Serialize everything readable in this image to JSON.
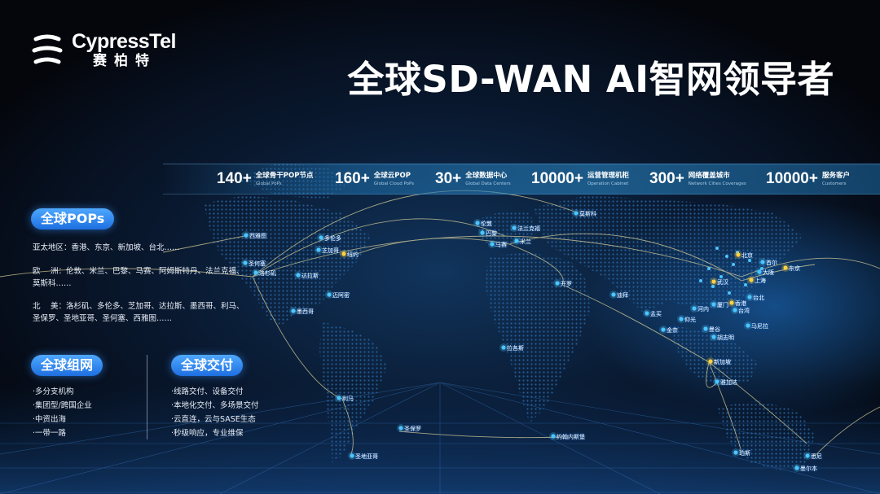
{
  "brand": {
    "name_en": "CypressTel",
    "name_cn": "赛柏特"
  },
  "title": "全球SD-WAN AI智网领导者",
  "stats": [
    {
      "value": "140+",
      "label_cn": "全球骨干POP节点",
      "label_en": "Global PoPs"
    },
    {
      "value": "160+",
      "label_cn": "全球云POP",
      "label_en": "Global Cloud PoPs"
    },
    {
      "value": "30+",
      "label_cn": "全球数据中心",
      "label_en": "Global Data Centers"
    },
    {
      "value": "10000+",
      "label_cn": "运营管理机柜",
      "label_en": "Operation Cabinet"
    },
    {
      "value": "300+",
      "label_cn": "网络覆盖城市",
      "label_en": "Network Cities Coverages"
    },
    {
      "value": "10000+",
      "label_cn": "服务客户",
      "label_en": "Customers"
    }
  ],
  "pops": {
    "heading": "全球POPs",
    "asia": "亚太地区：香港、东京、新加坡、台北……",
    "europe_1": "欧　 洲：伦敦、米兰、巴黎、马赛、阿姆斯特丹、法兰克福、",
    "europe_2": "莫斯科……",
    "na_1": "北　 美：洛杉矶、多伦多、芝加哥、达拉斯、墨西哥、利马、",
    "na_2": "圣保罗、圣地亚哥、圣何塞、西雅图……"
  },
  "networking": {
    "heading": "全球组网",
    "items": [
      "·多分支机构",
      "·集团型/跨国企业",
      "·中资出海",
      "·一带一路"
    ]
  },
  "delivery": {
    "heading": "全球交付",
    "items": [
      "·线路交付、设备交付",
      "·本地化交付、多场景交付",
      "·云直连，云与SASE生态",
      "·秒级响应，专业维保"
    ]
  },
  "cities": {
    "seattle": "西雅图",
    "toronto": "多伦多",
    "chicago": "芝加哥",
    "newyork": "纽约",
    "sanjose": "圣何塞",
    "losangeles": "洛杉矶",
    "dallas": "达拉斯",
    "miami": "迈阿密",
    "mexico": "墨西哥",
    "lagos": "拉各斯",
    "lima": "利马",
    "saopaulo": "圣保罗",
    "santiago": "圣地亚哥",
    "london": "伦敦",
    "paris": "巴黎",
    "frankfurt": "法兰克福",
    "milan": "米兰",
    "marseille": "马赛",
    "moscow": "莫斯科",
    "cairo": "开罗",
    "dubai": "迪拜",
    "mumbai": "孟买",
    "chennai": "金奈",
    "johannesburg": "约翰内斯堡",
    "beijing": "北京",
    "seoul": "首尔",
    "tokyo": "东京",
    "osaka": "大阪",
    "shanghai": "上海",
    "wuhan": "武汉",
    "xiamen": "厦门",
    "taipei": "台北",
    "taiwan": "台湾",
    "hongkong": "香港",
    "hanoi": "河内",
    "yangon": "仰光",
    "bangkok": "曼谷",
    "hochiminh": "胡志明",
    "manila": "马尼拉",
    "singapore": "新加坡",
    "jakarta": "雅加达",
    "perth": "珀斯",
    "sydney": "悉尼",
    "melbourne": "墨尔本"
  },
  "colors": {
    "accent": "#1d6fe0",
    "pin": "#4cc6ff",
    "pin_hot": "#ffd23f",
    "route": "#e8dca0"
  }
}
